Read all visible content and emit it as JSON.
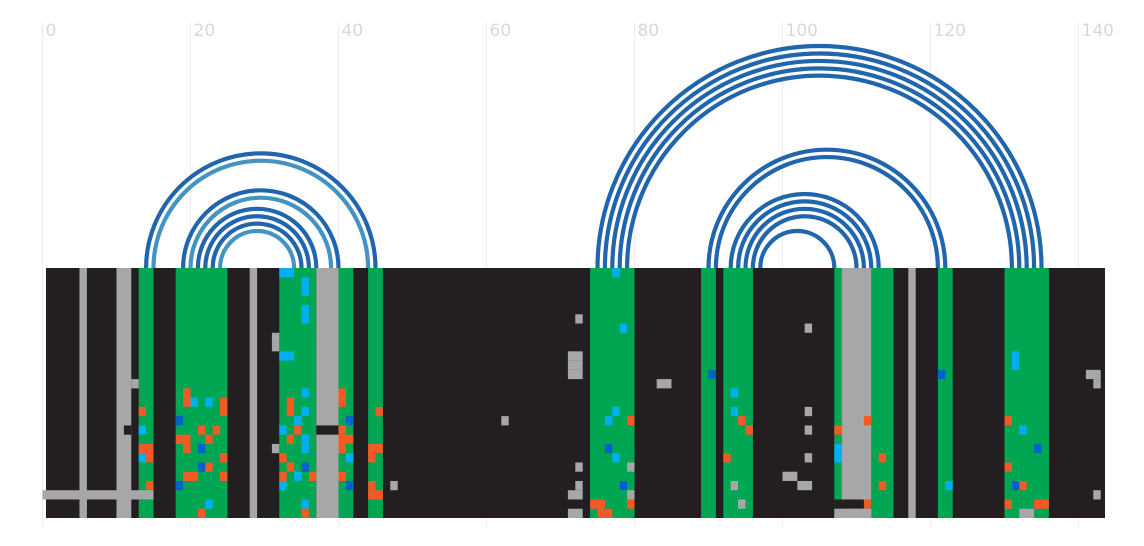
{
  "axis": {
    "min": 0,
    "max": 140,
    "ticks": [
      {
        "value": 0,
        "label": "0"
      },
      {
        "value": 20,
        "label": "20"
      },
      {
        "value": 40,
        "label": "40"
      },
      {
        "value": 60,
        "label": "60"
      },
      {
        "value": 80,
        "label": "80"
      },
      {
        "value": 100,
        "label": "100"
      },
      {
        "value": 120,
        "label": "120"
      },
      {
        "value": 140,
        "label": "140"
      }
    ]
  },
  "colors": {
    "background": "#ffffff",
    "gridline": "#ececec",
    "tick_label": "#d8d8d8",
    "track_background": "#231f20",
    "stem_column": "#00a651",
    "gray_column": "#a7a7a7",
    "arc_dark": "#2166ac",
    "arc_light": "#4393c3",
    "mark_cyan": "#00b0f0",
    "mark_orange": "#f15a24",
    "mark_blue": "#0061c8",
    "mark_gray": "#a7a7a7",
    "mark_dark": "#231f20"
  },
  "chart_data": {
    "type": "arc_diagram",
    "x_range": [
      0,
      143
    ],
    "rows": 26,
    "pairs": [
      {
        "left": 14,
        "right": 45,
        "color": "arc_dark"
      },
      {
        "left": 15,
        "right": 44,
        "color": "arc_light"
      },
      {
        "left": 19,
        "right": 40,
        "color": "arc_dark"
      },
      {
        "left": 20,
        "right": 39,
        "color": "arc_light"
      },
      {
        "left": 21,
        "right": 37,
        "color": "arc_dark"
      },
      {
        "left": 22,
        "right": 36,
        "color": "arc_dark"
      },
      {
        "left": 23,
        "right": 35,
        "color": "arc_dark"
      },
      {
        "left": 24,
        "right": 34,
        "color": "arc_light"
      },
      {
        "left": 75,
        "right": 135,
        "color": "arc_dark"
      },
      {
        "left": 76,
        "right": 134,
        "color": "arc_dark"
      },
      {
        "left": 77,
        "right": 133,
        "color": "arc_dark"
      },
      {
        "left": 78,
        "right": 132,
        "color": "arc_dark"
      },
      {
        "left": 79,
        "right": 131,
        "color": "arc_dark"
      },
      {
        "left": 90,
        "right": 122,
        "color": "arc_dark"
      },
      {
        "left": 91,
        "right": 121,
        "color": "arc_dark"
      },
      {
        "left": 93,
        "right": 113,
        "color": "arc_dark"
      },
      {
        "left": 94,
        "right": 112,
        "color": "arc_dark"
      },
      {
        "left": 95,
        "right": 111,
        "color": "arc_dark"
      },
      {
        "left": 96,
        "right": 110,
        "color": "arc_dark"
      },
      {
        "left": 97,
        "right": 107,
        "color": "arc_dark"
      }
    ],
    "columns": [
      {
        "start": 13,
        "end": 15,
        "color": "stem_column"
      },
      {
        "start": 18,
        "end": 25,
        "color": "stem_column"
      },
      {
        "start": 32,
        "end": 37,
        "color": "stem_column"
      },
      {
        "start": 40,
        "end": 42,
        "color": "stem_column"
      },
      {
        "start": 44,
        "end": 46,
        "color": "stem_column"
      },
      {
        "start": 74,
        "end": 80,
        "color": "stem_column"
      },
      {
        "start": 89,
        "end": 91,
        "color": "stem_column"
      },
      {
        "start": 92,
        "end": 96,
        "color": "stem_column"
      },
      {
        "start": 107,
        "end": 108,
        "color": "stem_column"
      },
      {
        "start": 112,
        "end": 115,
        "color": "stem_column"
      },
      {
        "start": 121,
        "end": 123,
        "color": "stem_column"
      },
      {
        "start": 130,
        "end": 136,
        "color": "stem_column"
      },
      {
        "start": 37,
        "end": 40,
        "color": "gray_column"
      },
      {
        "start": 108,
        "end": 112,
        "color": "gray_column"
      },
      {
        "start": 5,
        "end": 6,
        "color": "gray_column"
      },
      {
        "start": 10,
        "end": 12,
        "color": "gray_column"
      },
      {
        "start": 28,
        "end": 29,
        "color": "gray_column"
      },
      {
        "start": 117,
        "end": 118,
        "color": "gray_column"
      }
    ],
    "marks": [
      {
        "x": 32,
        "row": 0,
        "w": 2,
        "color": "mark_cyan"
      },
      {
        "x": 77,
        "row": 0,
        "w": 1,
        "color": "mark_cyan"
      },
      {
        "x": 35,
        "row": 1,
        "w": 1,
        "color": "mark_cyan"
      },
      {
        "x": 35,
        "row": 2,
        "w": 1,
        "color": "mark_cyan"
      },
      {
        "x": 72,
        "row": 5,
        "w": 1,
        "color": "mark_gray"
      },
      {
        "x": 35,
        "row": 4,
        "w": 1,
        "color": "mark_cyan"
      },
      {
        "x": 35,
        "row": 5,
        "w": 1,
        "color": "mark_cyan"
      },
      {
        "x": 78,
        "row": 6,
        "w": 1,
        "color": "mark_cyan"
      },
      {
        "x": 103,
        "row": 6,
        "w": 1,
        "color": "mark_gray"
      },
      {
        "x": 31,
        "row": 7,
        "w": 1,
        "color": "mark_gray"
      },
      {
        "x": 31,
        "row": 8,
        "w": 1,
        "color": "mark_gray"
      },
      {
        "x": 71,
        "row": 9,
        "w": 2,
        "color": "mark_gray"
      },
      {
        "x": 71,
        "row": 10,
        "w": 2,
        "color": "mark_gray"
      },
      {
        "x": 71,
        "row": 11,
        "w": 2,
        "color": "mark_gray"
      },
      {
        "x": 32,
        "row": 9,
        "w": 2,
        "color": "mark_cyan"
      },
      {
        "x": 131,
        "row": 9,
        "w": 1,
        "color": "mark_cyan"
      },
      {
        "x": 131,
        "row": 10,
        "w": 1,
        "color": "mark_cyan"
      },
      {
        "x": 90,
        "row": 11,
        "w": 1,
        "color": "mark_blue"
      },
      {
        "x": 121,
        "row": 11,
        "w": 1,
        "color": "mark_blue"
      },
      {
        "x": 12,
        "row": 12,
        "w": 1,
        "color": "mark_gray"
      },
      {
        "x": 83,
        "row": 12,
        "w": 2,
        "color": "mark_gray"
      },
      {
        "x": 142,
        "row": 12,
        "w": 1,
        "color": "mark_gray"
      },
      {
        "x": 141,
        "row": 11,
        "w": 2,
        "color": "mark_gray"
      },
      {
        "x": 19,
        "row": 13,
        "w": 1,
        "color": "mark_orange"
      },
      {
        "x": 35,
        "row": 13,
        "w": 1,
        "color": "mark_cyan"
      },
      {
        "x": 40,
        "row": 13,
        "w": 1,
        "color": "mark_orange"
      },
      {
        "x": 93,
        "row": 13,
        "w": 1,
        "color": "mark_cyan"
      },
      {
        "x": 19,
        "row": 14,
        "w": 1,
        "color": "mark_orange"
      },
      {
        "x": 20,
        "row": 14,
        "w": 1,
        "color": "mark_cyan"
      },
      {
        "x": 22,
        "row": 14,
        "w": 1,
        "color": "mark_cyan"
      },
      {
        "x": 24,
        "row": 14,
        "w": 1,
        "color": "mark_orange"
      },
      {
        "x": 33,
        "row": 14,
        "w": 1,
        "color": "mark_orange"
      },
      {
        "x": 40,
        "row": 14,
        "w": 1,
        "color": "mark_orange"
      },
      {
        "x": 13,
        "row": 15,
        "w": 1,
        "color": "mark_orange"
      },
      {
        "x": 24,
        "row": 15,
        "w": 1,
        "color": "mark_orange"
      },
      {
        "x": 33,
        "row": 15,
        "w": 1,
        "color": "mark_orange"
      },
      {
        "x": 35,
        "row": 15,
        "w": 1,
        "color": "mark_cyan"
      },
      {
        "x": 45,
        "row": 15,
        "w": 1,
        "color": "mark_orange"
      },
      {
        "x": 77,
        "row": 15,
        "w": 1,
        "color": "mark_cyan"
      },
      {
        "x": 93,
        "row": 15,
        "w": 1,
        "color": "mark_cyan"
      },
      {
        "x": 103,
        "row": 15,
        "w": 1,
        "color": "mark_gray"
      },
      {
        "x": 18,
        "row": 16,
        "w": 1,
        "color": "mark_blue"
      },
      {
        "x": 34,
        "row": 16,
        "w": 1,
        "color": "mark_cyan"
      },
      {
        "x": 41,
        "row": 16,
        "w": 1,
        "color": "mark_blue"
      },
      {
        "x": 62,
        "row": 16,
        "w": 1,
        "color": "mark_gray"
      },
      {
        "x": 76,
        "row": 16,
        "w": 1,
        "color": "mark_cyan"
      },
      {
        "x": 79,
        "row": 16,
        "w": 1,
        "color": "mark_orange"
      },
      {
        "x": 94,
        "row": 16,
        "w": 1,
        "color": "mark_orange"
      },
      {
        "x": 111,
        "row": 16,
        "w": 1,
        "color": "mark_orange"
      },
      {
        "x": 130,
        "row": 16,
        "w": 1,
        "color": "mark_orange"
      },
      {
        "x": 13,
        "row": 17,
        "w": 1,
        "color": "mark_cyan"
      },
      {
        "x": 11,
        "row": 17,
        "w": 1,
        "color": "mark_dark"
      },
      {
        "x": 21,
        "row": 17,
        "w": 1,
        "color": "mark_orange"
      },
      {
        "x": 23,
        "row": 17,
        "w": 1,
        "color": "mark_orange"
      },
      {
        "x": 32,
        "row": 17,
        "w": 1,
        "color": "mark_cyan"
      },
      {
        "x": 34,
        "row": 17,
        "w": 1,
        "color": "mark_orange"
      },
      {
        "x": 37,
        "row": 17,
        "w": 3,
        "color": "mark_dark"
      },
      {
        "x": 40,
        "row": 17,
        "w": 1,
        "color": "mark_orange"
      },
      {
        "x": 95,
        "row": 17,
        "w": 1,
        "color": "mark_orange"
      },
      {
        "x": 103,
        "row": 17,
        "w": 1,
        "color": "mark_gray"
      },
      {
        "x": 107,
        "row": 17,
        "w": 1,
        "color": "mark_orange"
      },
      {
        "x": 132,
        "row": 17,
        "w": 1,
        "color": "mark_cyan"
      },
      {
        "x": 18,
        "row": 18,
        "w": 2,
        "color": "mark_orange"
      },
      {
        "x": 22,
        "row": 18,
        "w": 1,
        "color": "mark_orange"
      },
      {
        "x": 33,
        "row": 18,
        "w": 1,
        "color": "mark_orange"
      },
      {
        "x": 35,
        "row": 18,
        "w": 1,
        "color": "mark_cyan"
      },
      {
        "x": 40,
        "row": 18,
        "w": 2,
        "color": "mark_orange"
      },
      {
        "x": 13,
        "row": 19,
        "w": 2,
        "color": "mark_orange"
      },
      {
        "x": 19,
        "row": 19,
        "w": 1,
        "color": "mark_orange"
      },
      {
        "x": 21,
        "row": 19,
        "w": 1,
        "color": "mark_blue"
      },
      {
        "x": 31,
        "row": 19,
        "w": 1,
        "color": "mark_gray"
      },
      {
        "x": 35,
        "row": 19,
        "w": 1,
        "color": "mark_cyan"
      },
      {
        "x": 40,
        "row": 19,
        "w": 1,
        "color": "mark_orange"
      },
      {
        "x": 44,
        "row": 19,
        "w": 2,
        "color": "mark_orange"
      },
      {
        "x": 76,
        "row": 19,
        "w": 1,
        "color": "mark_blue"
      },
      {
        "x": 107,
        "row": 19,
        "w": 1,
        "color": "mark_cyan"
      },
      {
        "x": 134,
        "row": 19,
        "w": 1,
        "color": "mark_blue"
      },
      {
        "x": 13,
        "row": 20,
        "w": 1,
        "color": "mark_cyan"
      },
      {
        "x": 14,
        "row": 20,
        "w": 1,
        "color": "mark_orange"
      },
      {
        "x": 24,
        "row": 20,
        "w": 1,
        "color": "mark_orange"
      },
      {
        "x": 32,
        "row": 20,
        "w": 1,
        "color": "mark_orange"
      },
      {
        "x": 41,
        "row": 20,
        "w": 1,
        "color": "mark_cyan"
      },
      {
        "x": 44,
        "row": 20,
        "w": 1,
        "color": "mark_orange"
      },
      {
        "x": 77,
        "row": 20,
        "w": 1,
        "color": "mark_cyan"
      },
      {
        "x": 92,
        "row": 20,
        "w": 1,
        "color": "mark_orange"
      },
      {
        "x": 103,
        "row": 20,
        "w": 1,
        "color": "mark_gray"
      },
      {
        "x": 107,
        "row": 20,
        "w": 1,
        "color": "mark_cyan"
      },
      {
        "x": 113,
        "row": 20,
        "w": 1,
        "color": "mark_orange"
      },
      {
        "x": 21,
        "row": 21,
        "w": 1,
        "color": "mark_blue"
      },
      {
        "x": 22,
        "row": 21,
        "w": 1,
        "color": "mark_orange"
      },
      {
        "x": 33,
        "row": 21,
        "w": 1,
        "color": "mark_orange"
      },
      {
        "x": 35,
        "row": 21,
        "w": 1,
        "color": "mark_blue"
      },
      {
        "x": 72,
        "row": 21,
        "w": 1,
        "color": "mark_gray"
      },
      {
        "x": 79,
        "row": 21,
        "w": 1,
        "color": "mark_gray"
      },
      {
        "x": 130,
        "row": 21,
        "w": 1,
        "color": "mark_orange"
      },
      {
        "x": 19,
        "row": 22,
        "w": 2,
        "color": "mark_orange"
      },
      {
        "x": 24,
        "row": 22,
        "w": 1,
        "color": "mark_orange"
      },
      {
        "x": 32,
        "row": 22,
        "w": 1,
        "color": "mark_orange"
      },
      {
        "x": 34,
        "row": 22,
        "w": 1,
        "color": "mark_cyan"
      },
      {
        "x": 36,
        "row": 22,
        "w": 1,
        "color": "mark_orange"
      },
      {
        "x": 40,
        "row": 22,
        "w": 1,
        "color": "mark_orange"
      },
      {
        "x": 100,
        "row": 22,
        "w": 2,
        "color": "mark_gray"
      },
      {
        "x": 14,
        "row": 23,
        "w": 1,
        "color": "mark_orange"
      },
      {
        "x": 18,
        "row": 23,
        "w": 1,
        "color": "mark_blue"
      },
      {
        "x": 32,
        "row": 23,
        "w": 1,
        "color": "mark_cyan"
      },
      {
        "x": 41,
        "row": 23,
        "w": 1,
        "color": "mark_blue"
      },
      {
        "x": 44,
        "row": 23,
        "w": 1,
        "color": "mark_orange"
      },
      {
        "x": 47,
        "row": 23,
        "w": 1,
        "color": "mark_gray"
      },
      {
        "x": 72,
        "row": 23,
        "w": 1,
        "color": "mark_gray"
      },
      {
        "x": 78,
        "row": 23,
        "w": 1,
        "color": "mark_orange"
      },
      {
        "x": 78,
        "row": 23,
        "w": 1,
        "color": "mark_blue"
      },
      {
        "x": 93,
        "row": 23,
        "w": 1,
        "color": "mark_gray"
      },
      {
        "x": 102,
        "row": 23,
        "w": 2,
        "color": "mark_gray"
      },
      {
        "x": 113,
        "row": 23,
        "w": 1,
        "color": "mark_orange"
      },
      {
        "x": 122,
        "row": 23,
        "w": 1,
        "color": "mark_cyan"
      },
      {
        "x": 131,
        "row": 23,
        "w": 1,
        "color": "mark_blue"
      },
      {
        "x": 132,
        "row": 23,
        "w": 1,
        "color": "mark_orange"
      },
      {
        "x": 0,
        "row": 24,
        "w": 15,
        "color": "mark_gray"
      },
      {
        "x": 44,
        "row": 24,
        "w": 2,
        "color": "mark_orange"
      },
      {
        "x": 71,
        "row": 24,
        "w": 2,
        "color": "mark_gray"
      },
      {
        "x": 79,
        "row": 24,
        "w": 1,
        "color": "mark_gray"
      },
      {
        "x": 142,
        "row": 24,
        "w": 1,
        "color": "mark_gray"
      },
      {
        "x": 5,
        "row": 25,
        "w": 1,
        "color": "mark_gray"
      },
      {
        "x": 22,
        "row": 25,
        "w": 1,
        "color": "mark_cyan"
      },
      {
        "x": 35,
        "row": 25,
        "w": 1,
        "color": "mark_cyan"
      },
      {
        "x": 74,
        "row": 25,
        "w": 2,
        "color": "mark_orange"
      },
      {
        "x": 79,
        "row": 25,
        "w": 1,
        "color": "mark_orange"
      },
      {
        "x": 94,
        "row": 25,
        "w": 1,
        "color": "mark_gray"
      },
      {
        "x": 107,
        "row": 25,
        "w": 5,
        "color": "mark_dark"
      },
      {
        "x": 111,
        "row": 25,
        "w": 1,
        "color": "mark_orange"
      },
      {
        "x": 130,
        "row": 25,
        "w": 1,
        "color": "mark_orange"
      },
      {
        "x": 134,
        "row": 25,
        "w": 2,
        "color": "mark_orange"
      },
      {
        "x": 21,
        "row": 26,
        "w": 1,
        "color": "mark_orange"
      },
      {
        "x": 35,
        "row": 26,
        "w": 1,
        "color": "mark_orange"
      },
      {
        "x": 71,
        "row": 26,
        "w": 2,
        "color": "mark_gray"
      },
      {
        "x": 75,
        "row": 26,
        "w": 2,
        "color": "mark_orange"
      },
      {
        "x": 107,
        "row": 26,
        "w": 5,
        "color": "mark_gray"
      },
      {
        "x": 132,
        "row": 26,
        "w": 2,
        "color": "mark_gray"
      }
    ]
  }
}
